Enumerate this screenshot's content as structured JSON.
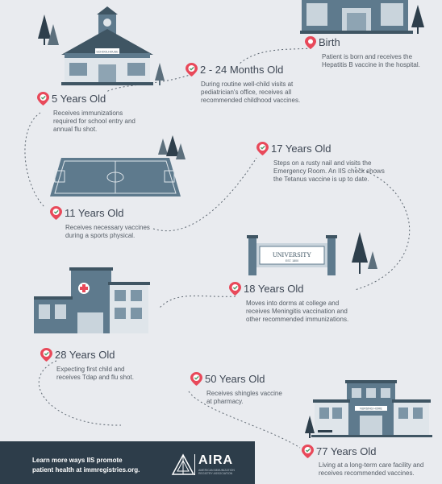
{
  "milestones": [
    {
      "title": "Birth",
      "desc": [
        "Patient is born and receives the",
        "Hepatitis B vaccine in the hospital."
      ]
    },
    {
      "title": "2 - 24 Months Old",
      "desc": [
        "During routine well-child visits at",
        "pediatrician's office, receives all",
        "recommended childhood vaccines."
      ]
    },
    {
      "title": "5 Years Old",
      "desc": [
        "Receives immunizations",
        "required for school entry and",
        "annual flu shot."
      ]
    },
    {
      "title": "17 Years Old",
      "desc": [
        "Steps on a rusty nail and visits the",
        "Emergency Room. An IIS check shows",
        "the Tetanus vaccine is up to date."
      ]
    },
    {
      "title": "11 Years Old",
      "desc": [
        "Receives necessary vaccines",
        "during a sports physical."
      ]
    },
    {
      "title": "18 Years Old",
      "desc": [
        "Moves into dorms at college and",
        "receives Meningitis vaccination and",
        "other recommended immunizations."
      ]
    },
    {
      "title": "28 Years Old",
      "desc": [
        "Expecting first child and",
        "receives Tdap and flu shot."
      ]
    },
    {
      "title": "50 Years Old",
      "desc": [
        "Receives shingles vaccine",
        "at pharmacy."
      ]
    },
    {
      "title": "77 Years Old",
      "desc": [
        "Living at a long-term care facility and",
        "receives recommended vaccines."
      ]
    }
  ],
  "university_sign": "UNIVERSITY",
  "university_sub": "EST. 1800",
  "school_sign": "SCHOOLHOUSE",
  "nursing_sign": "NURSING HOME",
  "footer": {
    "line1": "Learn more ways IIS promote",
    "line2": "patient health at immregistries.org.",
    "brand": "AIRA",
    "brand_sub1": "AMERICAN IMMUNIZATION",
    "brand_sub2": "REGISTRY ASSOCIATION"
  },
  "colors": {
    "background": "#e9ebef",
    "accent_pin": "#e8495a",
    "building": "#5e7a8d",
    "roof": "#3f5563",
    "footer": "#2d3d4a"
  }
}
